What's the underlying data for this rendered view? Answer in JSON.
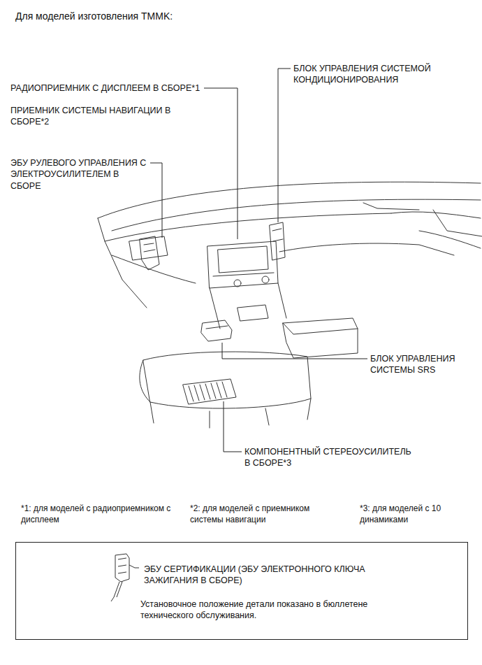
{
  "diagram": {
    "title": "Для моделей изготовления TMMK:",
    "nodes": [
      {
        "text": [
          "ЭБУ СЕРТИФИКАЦИИ (ЭБУ ЭЛЕКТРОННОГО КЛЮЧА ЗАЖИГАНИЯ В СБОРЕ)",
          "Установочное положение детали показано в бюллетене технического обслуживания."
        ]
      }
    ],
    "labels": [
      "РАДИОПРИЕМНИК С ДИСПЛЕЕМ В СБОРЕ*1",
      "ПРИЕМНИК СИСТЕМЫ НАВИГАЦИИ В СБОРЕ*2",
      "ЭБУ РУЛЕВОГО УПРАВЛЕНИЯ С ЭЛЕКТРОУСИЛИТЕЛЕМ В СБОРЕ",
      "БЛОК УПРАВЛЕНИЯ СИСТЕМОЙ КОНДИЦИОНИРОВАНИЯ",
      "БЛОК УПРАВЛЕНИЯ СИСТЕМЫ SRS",
      "КОМПОНЕНТНЫЙ СТЕРЕОУСИЛИТЕЛЬ В СБОРЕ*3",
      "*1: для моделей с радиоприемником с дисплеем",
      "*2: для моделей с приемником системы навигации",
      "*3: для моделей с 10 динамиками"
    ]
  }
}
